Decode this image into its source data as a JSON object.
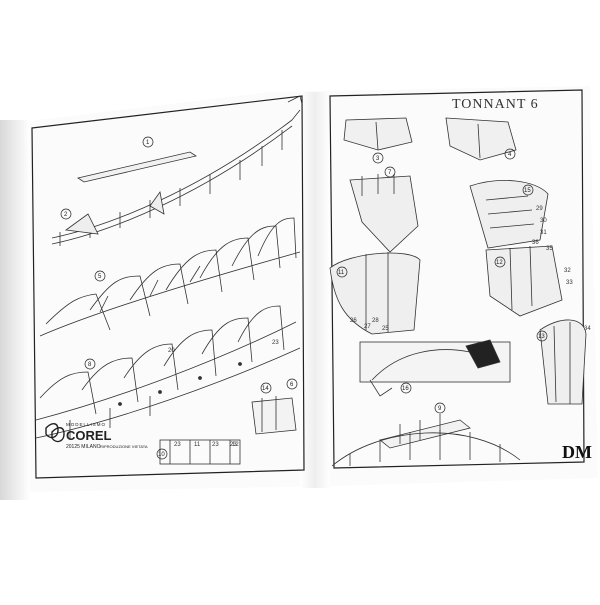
{
  "sheet": {
    "title": "TONNANT 6",
    "code": "DM",
    "brand": {
      "top": "MODELLISMO",
      "name": "COREL",
      "city": "20125 MILANO",
      "notice": "RIPRODUZIONE VIETATA"
    }
  },
  "steps": [
    "1",
    "2",
    "3",
    "4",
    "5",
    "6",
    "7",
    "8",
    "9",
    "10",
    "11",
    "12",
    "13",
    "14",
    "15",
    "16"
  ],
  "part_numbers": [
    "23",
    "23",
    "11",
    "23",
    "23",
    "20",
    "12",
    "25",
    "26",
    "27",
    "28",
    "29",
    "30",
    "31",
    "32",
    "33",
    "34",
    "35",
    "36"
  ]
}
